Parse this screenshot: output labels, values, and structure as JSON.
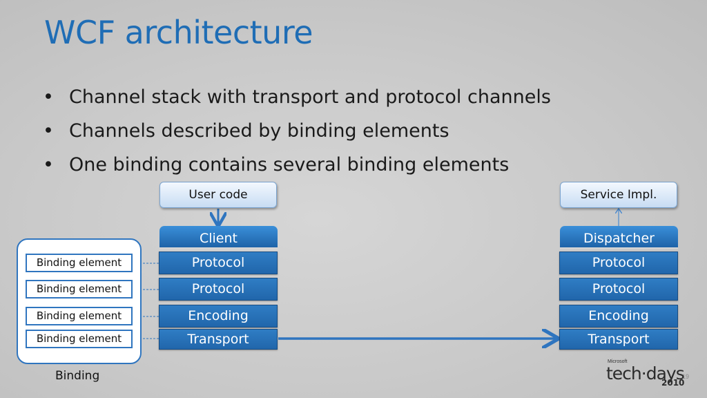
{
  "title": "WCF architecture",
  "bullets": [
    "Channel stack with transport and protocol channels",
    "Channels described by binding elements",
    "One binding contains several binding elements"
  ],
  "client_side": {
    "user_code": "User code",
    "head": "Client",
    "stack": [
      "Protocol",
      "Protocol",
      "Encoding",
      "Transport"
    ]
  },
  "service_side": {
    "impl": "Service Impl.",
    "head": "Dispatcher",
    "stack": [
      "Protocol",
      "Protocol",
      "Encoding",
      "Transport"
    ]
  },
  "binding": {
    "label": "Binding",
    "elements": [
      "Binding element",
      "Binding element",
      "Binding element",
      "Binding element"
    ]
  },
  "footer": {
    "page_number": "19",
    "logo_brand": "Microsoft",
    "logo_text": "tech·days",
    "logo_year": "2010"
  },
  "colors": {
    "title": "#1f6db5",
    "channel": "#2166ab",
    "arrow": "#2f75bf"
  }
}
